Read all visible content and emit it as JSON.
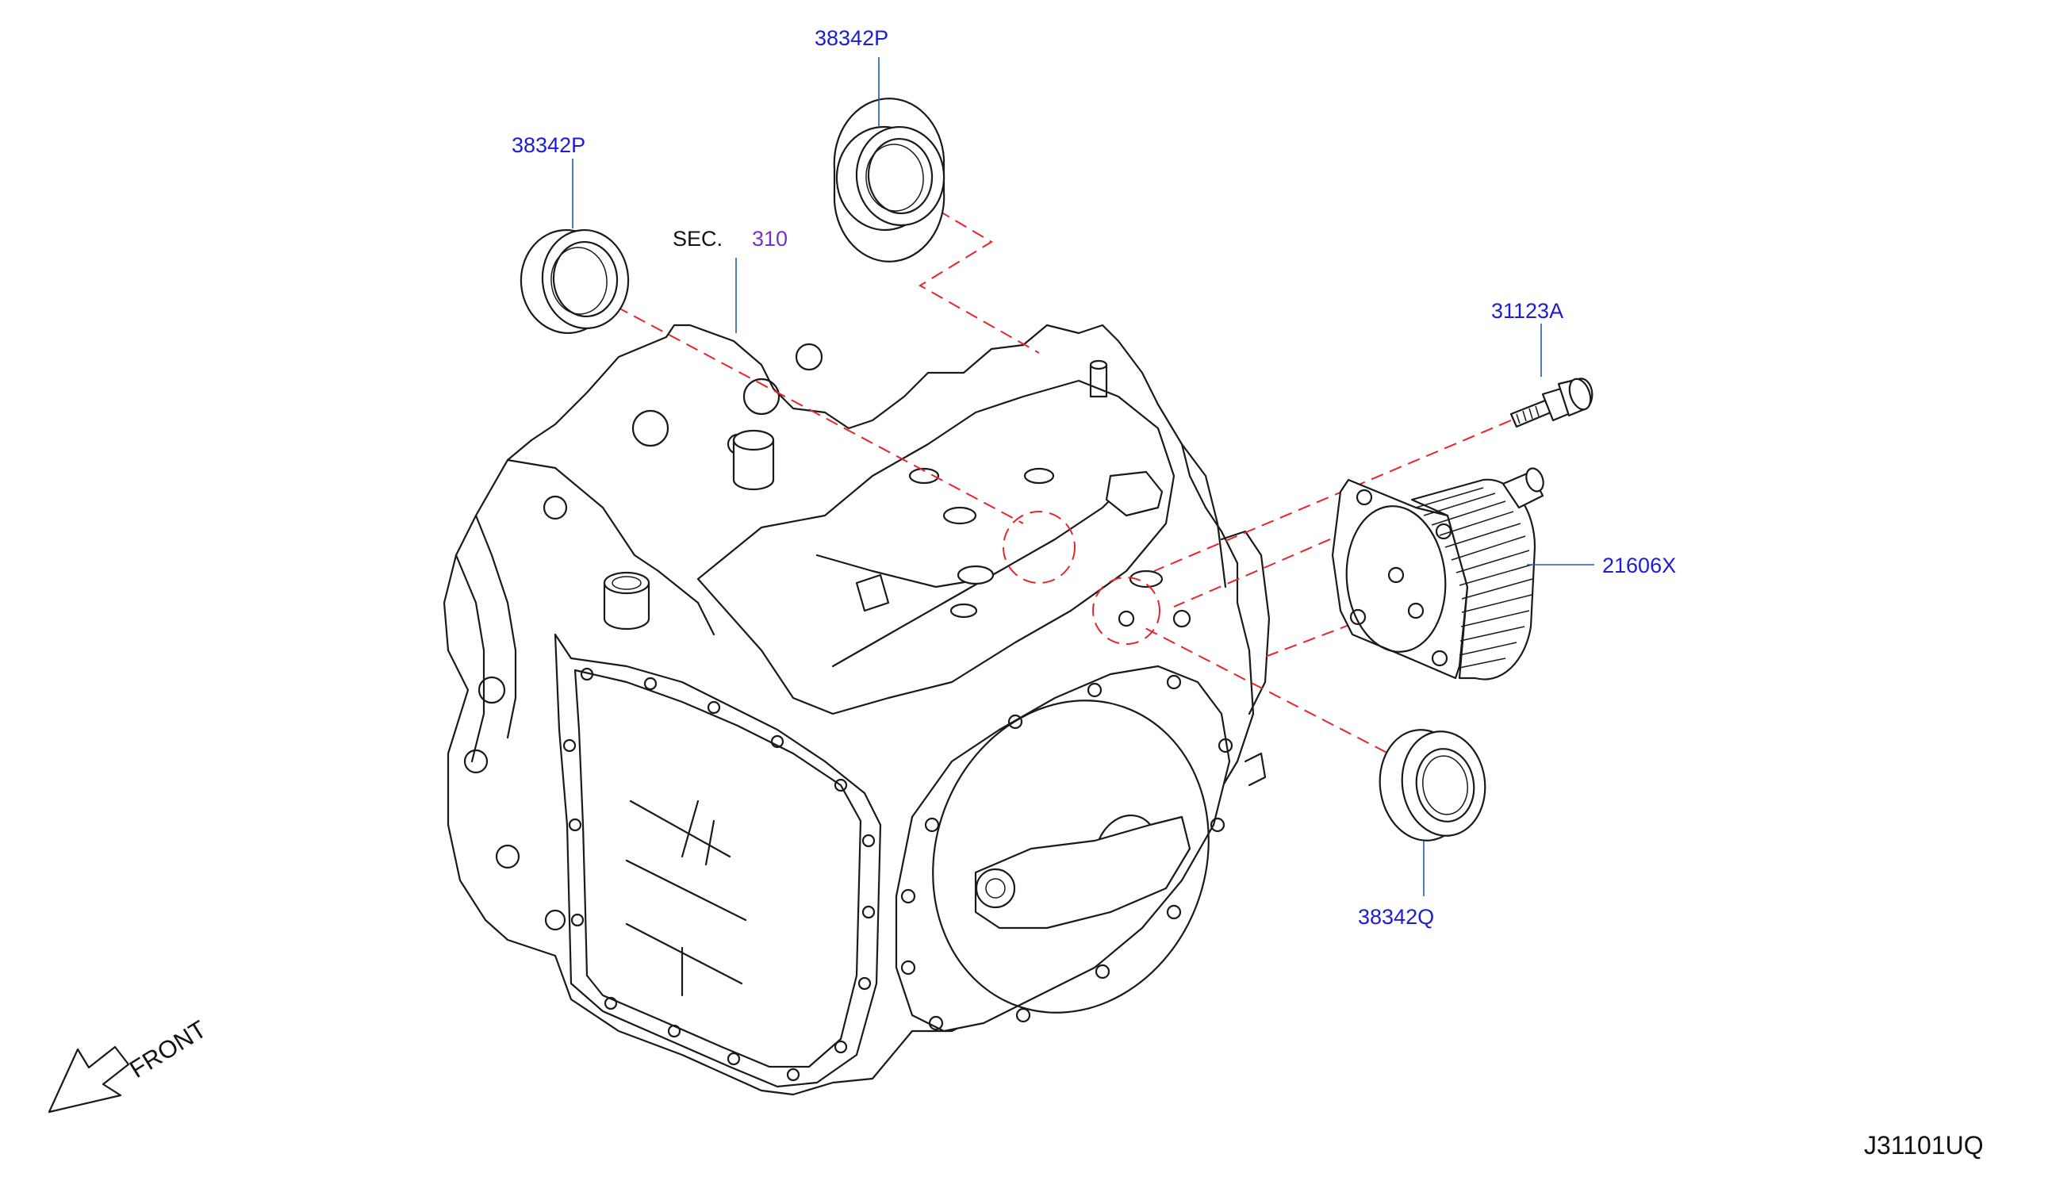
{
  "callouts": {
    "seal_left": "38342P",
    "seal_top": "38342P",
    "bolt": "31123A",
    "cooler": "21606X",
    "seal_bottom": "38342Q"
  },
  "section_ref": {
    "prefix": "SEC.",
    "number": "310"
  },
  "front_label": "FRONT",
  "diagram_id": "J31101UQ",
  "colors": {
    "callout_text": "#1c1cd4",
    "section_number": "#7a2fc8",
    "leader_line": "#1e5bb5",
    "assembly_dash": "#e8242b",
    "outline": "#1a1a1a",
    "background": "#ffffff"
  }
}
